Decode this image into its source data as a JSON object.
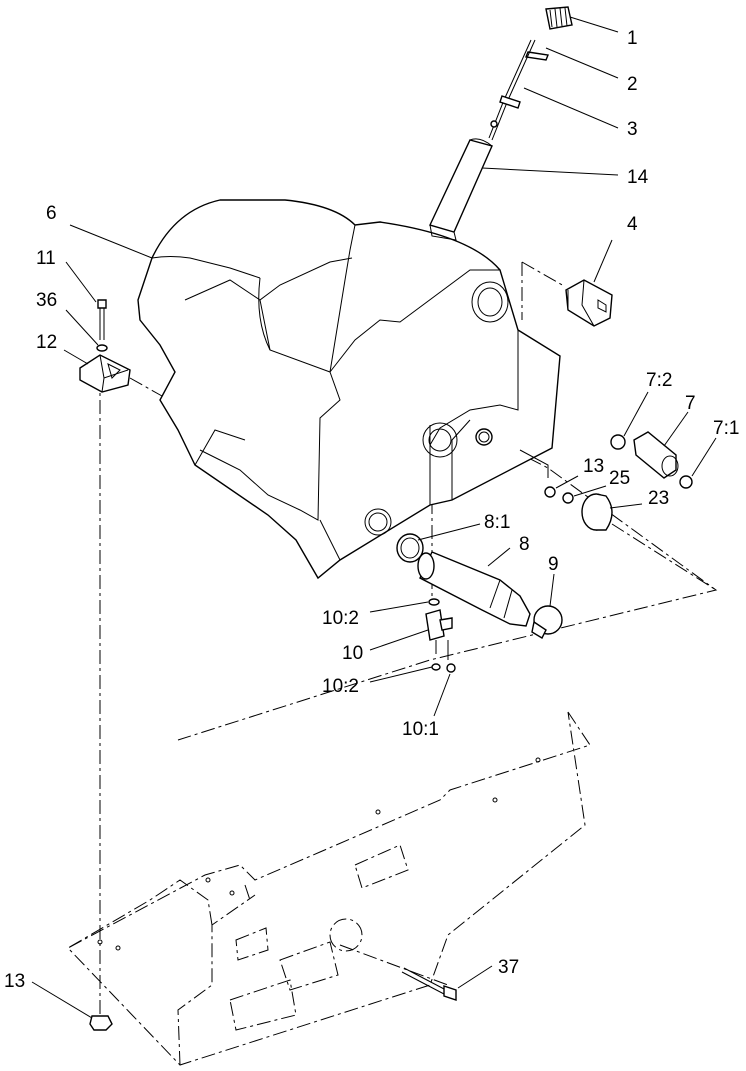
{
  "diagram": {
    "callouts": [
      {
        "id": "c1",
        "text": "1"
      },
      {
        "id": "c2",
        "text": "2"
      },
      {
        "id": "c3",
        "text": "3"
      },
      {
        "id": "c14",
        "text": "14"
      },
      {
        "id": "c6",
        "text": "6"
      },
      {
        "id": "c4",
        "text": "4"
      },
      {
        "id": "c11",
        "text": "11"
      },
      {
        "id": "c36",
        "text": "36"
      },
      {
        "id": "c12",
        "text": "12"
      },
      {
        "id": "c7_2",
        "text": "7:2"
      },
      {
        "id": "c7",
        "text": "7"
      },
      {
        "id": "c7_1",
        "text": "7:1"
      },
      {
        "id": "c13a",
        "text": "13"
      },
      {
        "id": "c25",
        "text": "25"
      },
      {
        "id": "c23",
        "text": "23"
      },
      {
        "id": "c8_1",
        "text": "8:1"
      },
      {
        "id": "c8",
        "text": "8"
      },
      {
        "id": "c9",
        "text": "9"
      },
      {
        "id": "c10_2a",
        "text": "10:2"
      },
      {
        "id": "c10",
        "text": "10"
      },
      {
        "id": "c10_2b",
        "text": "10:2"
      },
      {
        "id": "c10_1",
        "text": "10:1"
      },
      {
        "id": "c13b",
        "text": "13"
      },
      {
        "id": "c37",
        "text": "37"
      }
    ]
  }
}
